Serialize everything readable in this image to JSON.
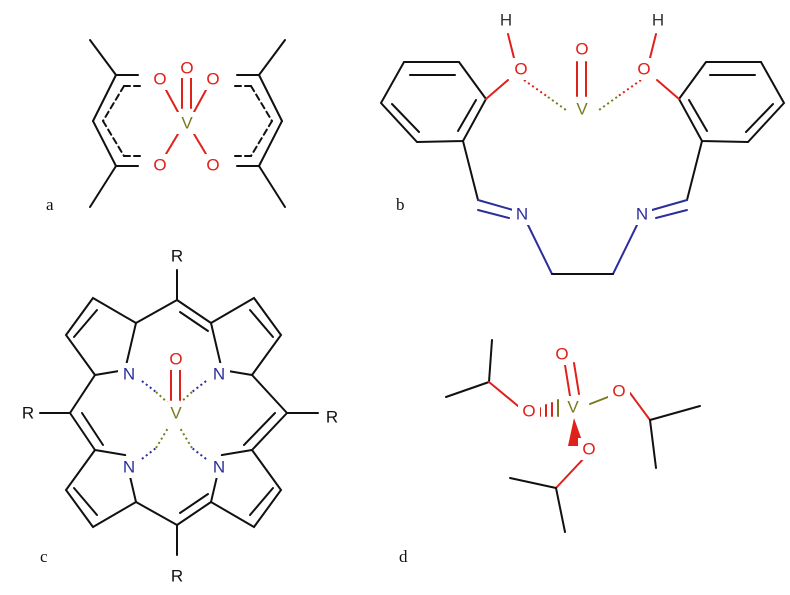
{
  "panels": [
    {
      "id": "a",
      "label": "a"
    },
    {
      "id": "b",
      "label": "b"
    },
    {
      "id": "c",
      "label": "c"
    },
    {
      "id": "d",
      "label": "d"
    }
  ],
  "atoms": {
    "vanadium": "V",
    "oxygen": "O",
    "nitrogen": "N",
    "hydrogen": "H",
    "substituent": "R"
  },
  "colors": {
    "carbon_bond": "#111111",
    "oxygen": "#e0201b",
    "nitrogen": "#2b2e9c",
    "vanadium": "#7a7a1e"
  }
}
